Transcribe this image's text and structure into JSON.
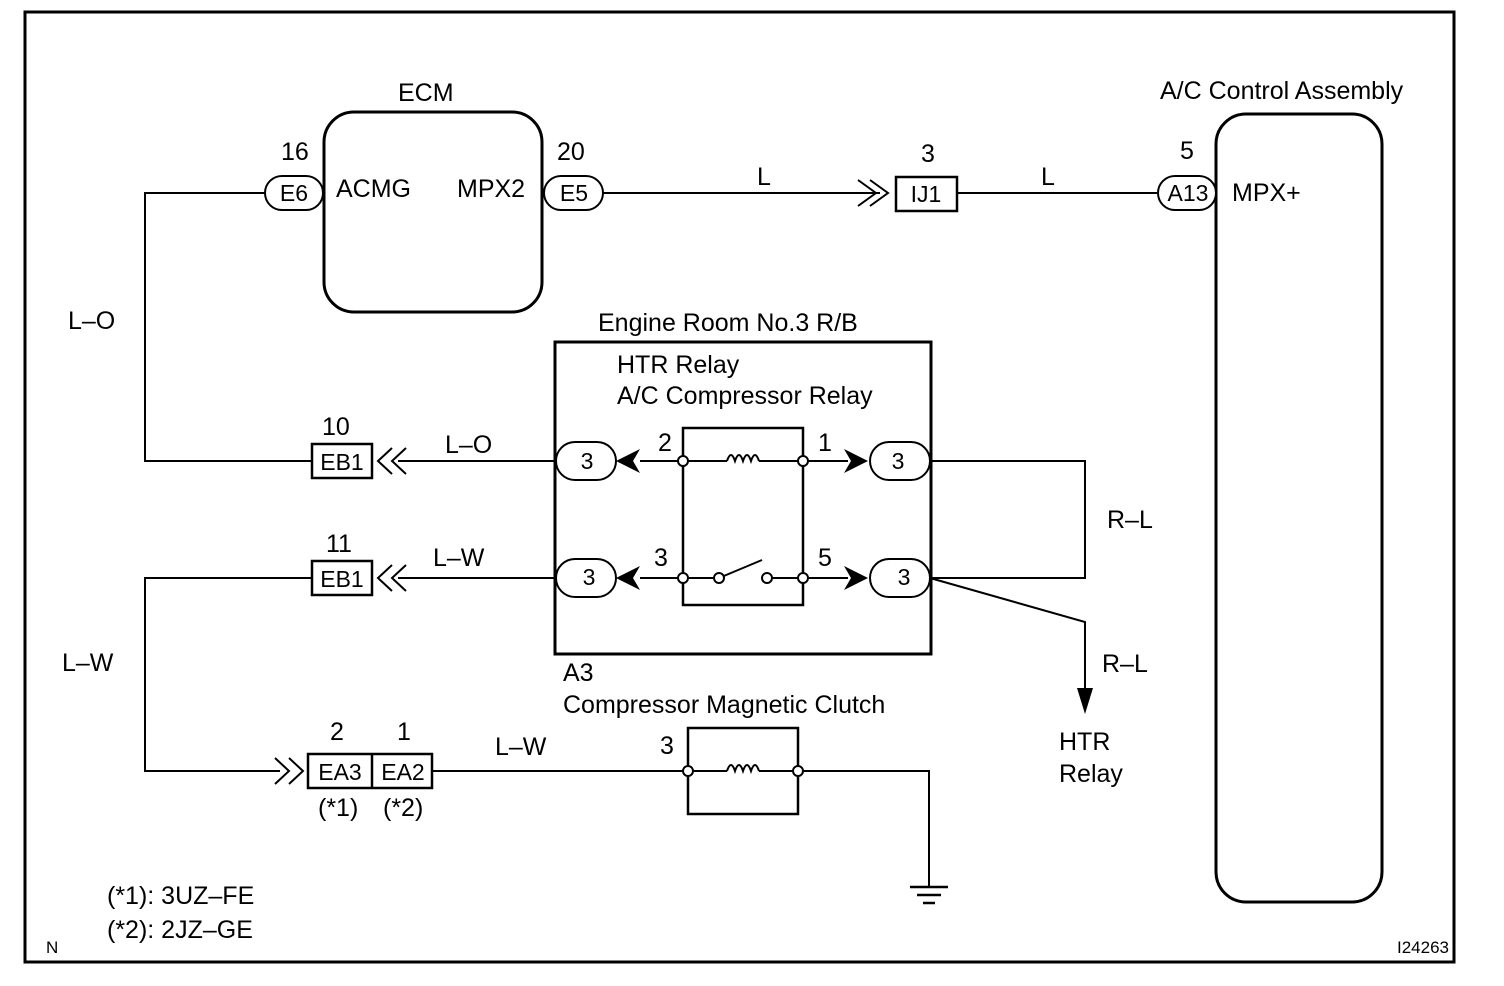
{
  "components": {
    "ecm": {
      "title": "ECM",
      "pin_left_num": "16",
      "pin_left_conn": "E6",
      "pin_left_label": "ACMG",
      "pin_right_num": "20",
      "pin_right_conn": "E5",
      "pin_right_label": "MPX2"
    },
    "ac_control": {
      "title": "A/C Control Assembly",
      "pin_num": "5",
      "pin_conn": "A13",
      "pin_label": "MPX+"
    },
    "junction_ij1": {
      "num": "3",
      "conn": "IJ1"
    },
    "rb": {
      "title": "Engine Room No.3 R/B",
      "relay_line1": "HTR Relay",
      "relay_line2": "A/C Compressor Relay",
      "conn_label": "3",
      "pin_coil_in": "2",
      "pin_coil_out": "1",
      "pin_sw_in": "3",
      "pin_sw_out": "5"
    },
    "eb1_top": {
      "num": "10",
      "conn": "EB1"
    },
    "eb1_bottom": {
      "num": "11",
      "conn": "EB1"
    },
    "clutch": {
      "conn": "A3",
      "title": "Compressor Magnetic Clutch",
      "pin": "3"
    },
    "ea": {
      "num_left": "2",
      "num_right": "1",
      "conn_left": "EA3",
      "conn_right": "EA2",
      "note_left": "(*1)",
      "note_right": "(*2)"
    },
    "htr_relay": {
      "line1": "HTR",
      "line2": "Relay"
    }
  },
  "wires": {
    "ecm_to_ij1": "L",
    "ij1_to_ac": "L",
    "ecm_left_vertical": "L–O",
    "eb1_top_to_rb": "L–O",
    "eb1_bottom_to_rb": "L–W",
    "left_lower_vertical": "L–W",
    "ea_to_clutch": "L–W",
    "rb_right_loop": "R–L",
    "rb_to_htr": "R–L"
  },
  "notes": {
    "note1": "(*1): 3UZ–FE",
    "note2": "(*2): 2JZ–GE"
  },
  "corner": {
    "left": "N",
    "right": "I24263"
  }
}
